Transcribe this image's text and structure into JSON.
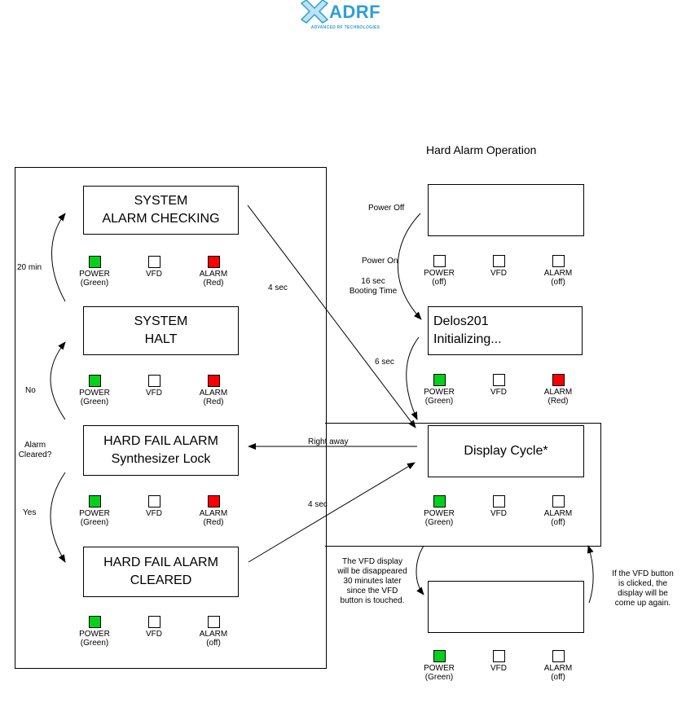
{
  "logo": {
    "name": "ADRF",
    "tagline": "ADVANCED RF TECHNOLOGIES"
  },
  "diagram": {
    "title": "Hard Alarm Operation",
    "colors": {
      "green": "#00d21a",
      "red": "#ff0000",
      "off": "#ffffff",
      "stroke": "#000000"
    },
    "labels": {
      "power": "POWER",
      "vfd": "VFD",
      "alarm": "ALARM",
      "green": "(Green)",
      "red": "(Red)",
      "off": "(off)"
    },
    "boxes": {
      "system_alarm_checking": [
        "SYSTEM",
        "ALARM CHECKING"
      ],
      "system_halt": [
        "SYSTEM",
        "HALT"
      ],
      "hard_fail_alarm": [
        "HARD FAIL ALARM",
        "Synthesizer Lock"
      ],
      "hard_fail_cleared": [
        "HARD FAIL ALARM",
        "CLEARED"
      ],
      "power_off_display": [],
      "delos_init": [
        "Delos201",
        "Initializing..."
      ],
      "display_cycle": [
        "Display Cycle*"
      ],
      "vfd_off_display": []
    },
    "leds": {
      "system_alarm_checking": [
        "green",
        "off",
        "red"
      ],
      "system_halt": [
        "green",
        "off",
        "red"
      ],
      "hard_fail_alarm": [
        "green",
        "off",
        "red"
      ],
      "hard_fail_cleared": [
        "green",
        "off",
        "off"
      ],
      "power_off_display": [
        "off",
        "off",
        "off"
      ],
      "delos_init": [
        "green",
        "off",
        "red"
      ],
      "display_cycle": [
        "green",
        "off",
        "off"
      ],
      "vfd_off_display": [
        "green",
        "off",
        "off"
      ]
    },
    "notes": {
      "power_off": "Power Off",
      "power_on": "Power On",
      "booting": [
        "16 sec",
        "Booting Time"
      ],
      "six_sec": "6 sec",
      "twenty_min": "20 min",
      "four_sec_top": "4 sec",
      "no": "No",
      "alarm_cleared": [
        "Alarm",
        "Cleared?"
      ],
      "yes": "Yes",
      "right_away": "Right away",
      "four_sec_bottom": "4 sec",
      "vfd_disappear": [
        "The VFD display",
        "will be disappeared",
        "30 minutes later",
        "since the VFD",
        "button is touched."
      ],
      "vfd_click": [
        "If the VFD button",
        "is clicked,  the",
        "display will be",
        "come up again."
      ]
    }
  }
}
